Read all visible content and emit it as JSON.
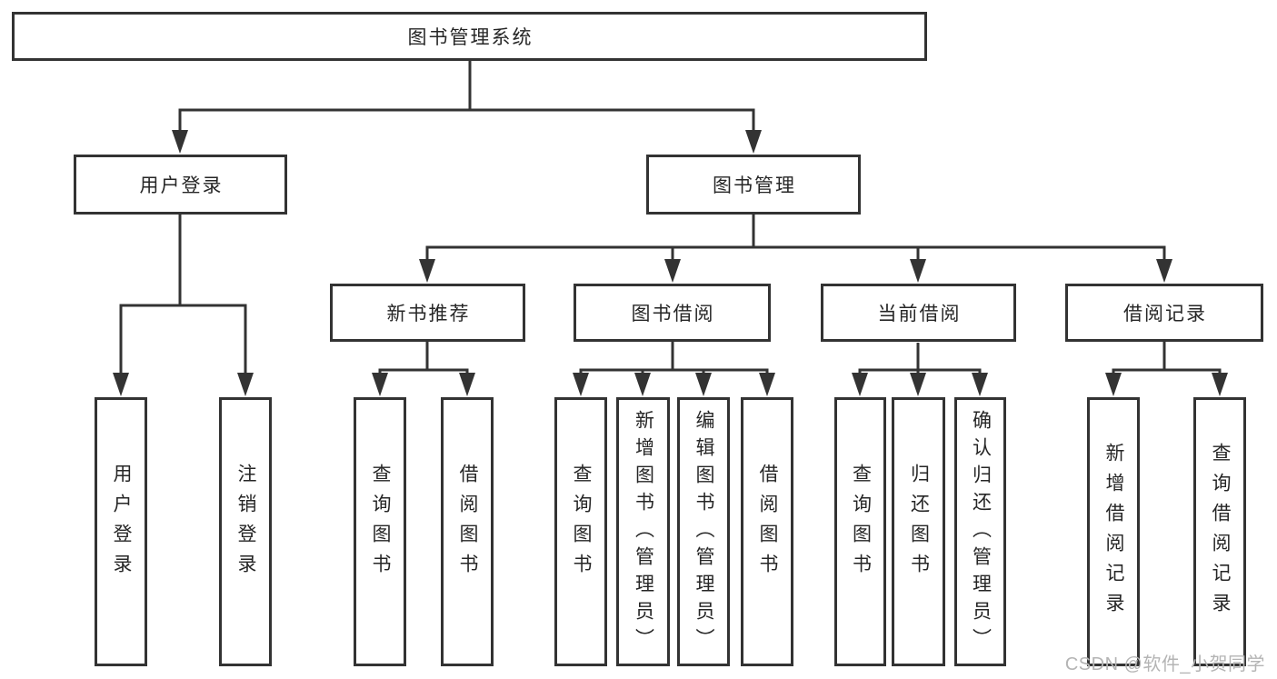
{
  "diagram": {
    "root": {
      "label": "图书管理系统"
    },
    "branches": [
      {
        "label": "用户登录",
        "children": [
          {
            "label": "用户登录"
          },
          {
            "label": "注销登录"
          }
        ]
      },
      {
        "label": "图书管理",
        "children": [
          {
            "label": "新书推荐",
            "children": [
              {
                "label": "查询图书"
              },
              {
                "label": "借阅图书"
              }
            ]
          },
          {
            "label": "图书借阅",
            "children": [
              {
                "label": "查询图书"
              },
              {
                "label": "新增图书（管理员）"
              },
              {
                "label": "编辑图书（管理员）"
              },
              {
                "label": "借阅图书"
              }
            ]
          },
          {
            "label": "当前借阅",
            "children": [
              {
                "label": "查询图书"
              },
              {
                "label": "归还图书"
              },
              {
                "label": "确认归还（管理员）"
              }
            ]
          },
          {
            "label": "借阅记录",
            "children": [
              {
                "label": "新增借阅记录"
              },
              {
                "label": "查询借阅记录"
              }
            ]
          }
        ]
      }
    ]
  },
  "watermark": {
    "text": "CSDN @软件_小贺同学"
  },
  "colors": {
    "line": "#333333",
    "text": "#262626",
    "watermark": "#b4b4b4",
    "background": "#ffffff"
  }
}
